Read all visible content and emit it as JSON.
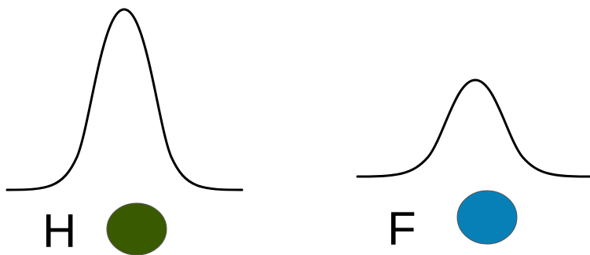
{
  "distributions": [
    {
      "label": "H",
      "dot_color": "#3a5a00",
      "relative_peak_height": 1.0
    },
    {
      "label": "F",
      "dot_color": "#0780b8",
      "relative_peak_height": 0.62
    }
  ]
}
